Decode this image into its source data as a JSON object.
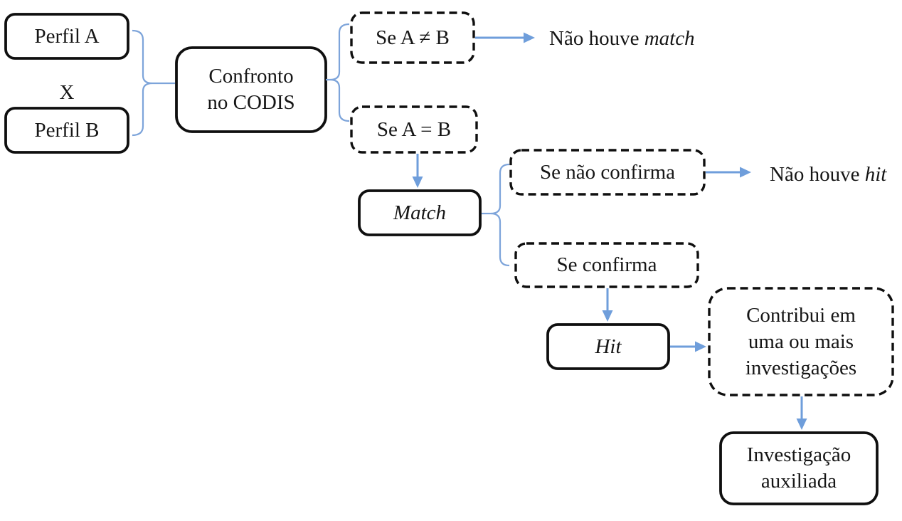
{
  "diagram": {
    "nodes": {
      "perfil_a": {
        "label": "Perfil A"
      },
      "versus": {
        "label": "X"
      },
      "perfil_b": {
        "label": "Perfil B"
      },
      "confronto_codis": {
        "label": "Confronto\nno CODIS"
      },
      "se_a_diferente_b": {
        "label": "Se A ≠ B"
      },
      "se_a_igual_b": {
        "label": "Se A = B"
      },
      "match": {
        "label": "Match"
      },
      "se_nao_confirma": {
        "label": "Se não confirma"
      },
      "se_confirma": {
        "label": "Se confirma"
      },
      "hit": {
        "label": "Hit"
      },
      "contribui_investigacoes": {
        "label": "Contribui em\numa ou mais\ninvestigações"
      },
      "investigacao_auxiliada": {
        "label": "Investigação\nauxiliada"
      }
    },
    "outcomes": {
      "nao_houve_match": {
        "prefix": "Não houve ",
        "emphasis": "match"
      },
      "nao_houve_hit": {
        "prefix": "Não houve ",
        "emphasis": "hit"
      }
    },
    "colors": {
      "box_border": "#0f0f0f",
      "text": "#161616",
      "arrow_blue": "#6f9edb",
      "brace_blue": "#7da4da",
      "background": "#ffffff"
    }
  }
}
